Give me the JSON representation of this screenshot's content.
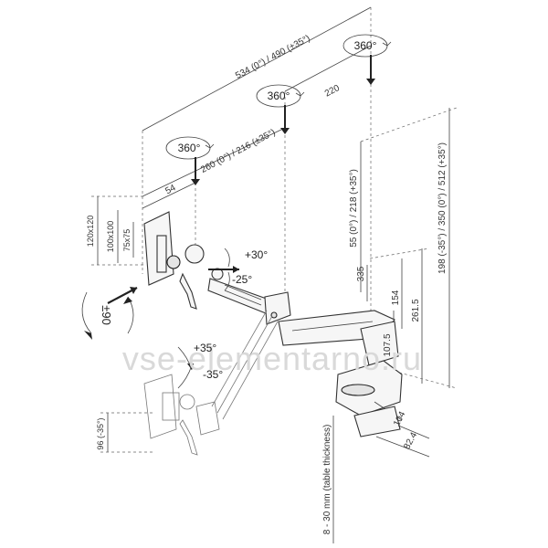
{
  "dimensions": {
    "reach_total": "534 (0°) / 490 (±35°)",
    "arm_inner": "220",
    "arm_first": "260 (0°) / 216 (±35°)",
    "head_offset": "54",
    "vesa_120": "120x120",
    "vesa_100": "100x100",
    "vesa_75": "75x75",
    "height_55": "55 (0°) / 218 (+35°)",
    "height_198": "198 (-35°) / 350 (0°) / 512 (+35°)",
    "height_335": "335",
    "height_154": "154",
    "height_261": "261.5",
    "height_107": "107.5",
    "height_96": "96 (-35°)",
    "depth_104": "104",
    "depth_82": "82.4",
    "table_thickness": "8 - 30 mm (table thickness)"
  },
  "rotations": {
    "swivel_1": "360°",
    "swivel_2": "360°",
    "swivel_3": "360°",
    "rotate_90": "±90",
    "tilt_up": "+30°",
    "tilt_down": "-25°",
    "lift_up": "+35°",
    "lift_down": "-35°"
  },
  "watermark": "vse-elementarno.ru"
}
